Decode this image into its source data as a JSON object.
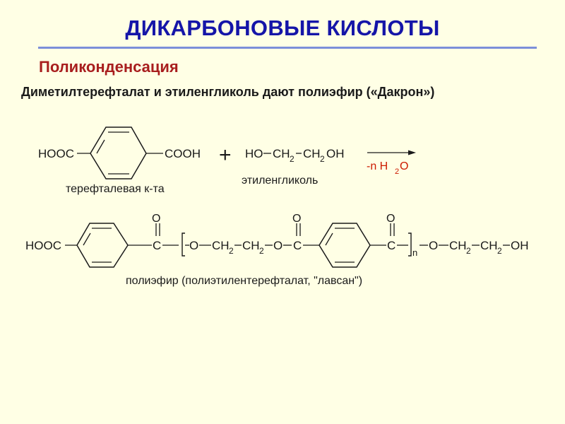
{
  "title": "ДИКАРБОНОВЫЕ КИСЛОТЫ",
  "section": "Поликонденсация",
  "subtitle": "Диметилтерефталат и этиленгликоль дают полиэфир («Дакрон»)",
  "colors": {
    "background": "#FFFFE5",
    "title": "#1515A8",
    "section": "#A81E1E",
    "rule": "#7C8FD9",
    "reagent": "#CC1A00",
    "text": "#1A1A1A"
  },
  "reaction": {
    "acid_left_group": "HOOC",
    "acid_right_group": "COOH",
    "plus": "+",
    "glycol": {
      "ho": "HO",
      "ch_a": "CH",
      "sub_a": "2",
      "ch_b": "CH",
      "sub_b": "2",
      "oh": "OH"
    },
    "acid_name": "терефталевая к-та",
    "glycol_name": "этиленгликоль",
    "byproduct": {
      "prefix": "-n H",
      "sub": "2",
      "suffix": "O"
    }
  },
  "polymer": {
    "hooc": "HOOC",
    "c1": "C",
    "o_dbl_1": "O",
    "o1": "O",
    "ch_a": "CH",
    "sub_a": "2",
    "ch_b": "CH",
    "sub_b": "2",
    "o2": "O",
    "c2": "C",
    "o_dbl_2": "O",
    "c3": "C",
    "o_dbl_3": "O",
    "n": "n",
    "o3": "O",
    "ch_c": "CH",
    "sub_c": "2",
    "ch_d": "CH",
    "sub_d": "2",
    "oh": "OH",
    "name": "полиэфир (полиэтилентерефталат, \"лавсан\")"
  }
}
